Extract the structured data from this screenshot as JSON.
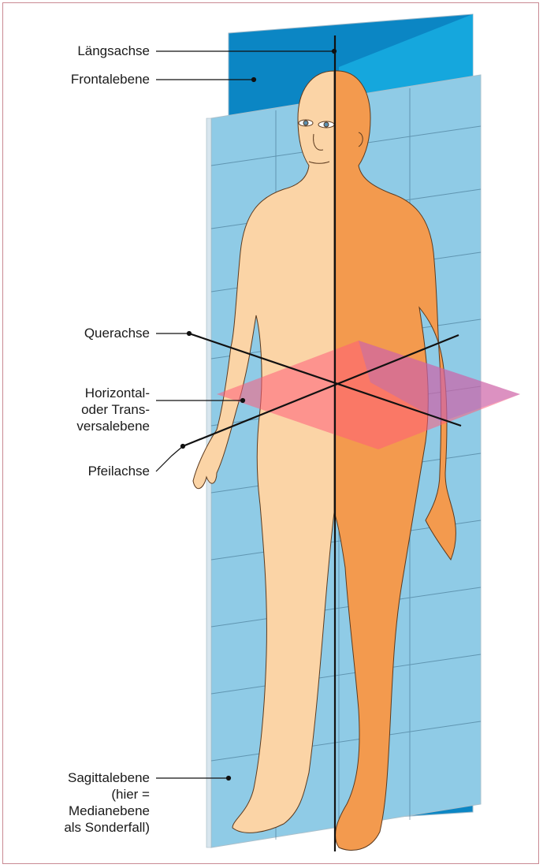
{
  "labels": {
    "laengsachse": "Längsachse",
    "frontalebene": "Frontalebene",
    "querachse": "Querachse",
    "horizontalebene": "Horizontal-\noder Trans-\nversalebene",
    "pfeilachse": "Pfeilachse",
    "sagittalebene": "Sagittalebene\n(hier =\nMedianebene\nals Sonderfall)"
  },
  "colors": {
    "frame_border": "#c98a93",
    "frontal_plane": "#1a9ad6",
    "frontal_plane_dark": "#0b86c4",
    "sagittal_plane": "#8fcbe6",
    "horizontal_plane": "#ff5c7a",
    "body_shade_light": "#fbd4a6",
    "body_shade_dark": "#f39a4e",
    "axis_line": "#111111"
  }
}
